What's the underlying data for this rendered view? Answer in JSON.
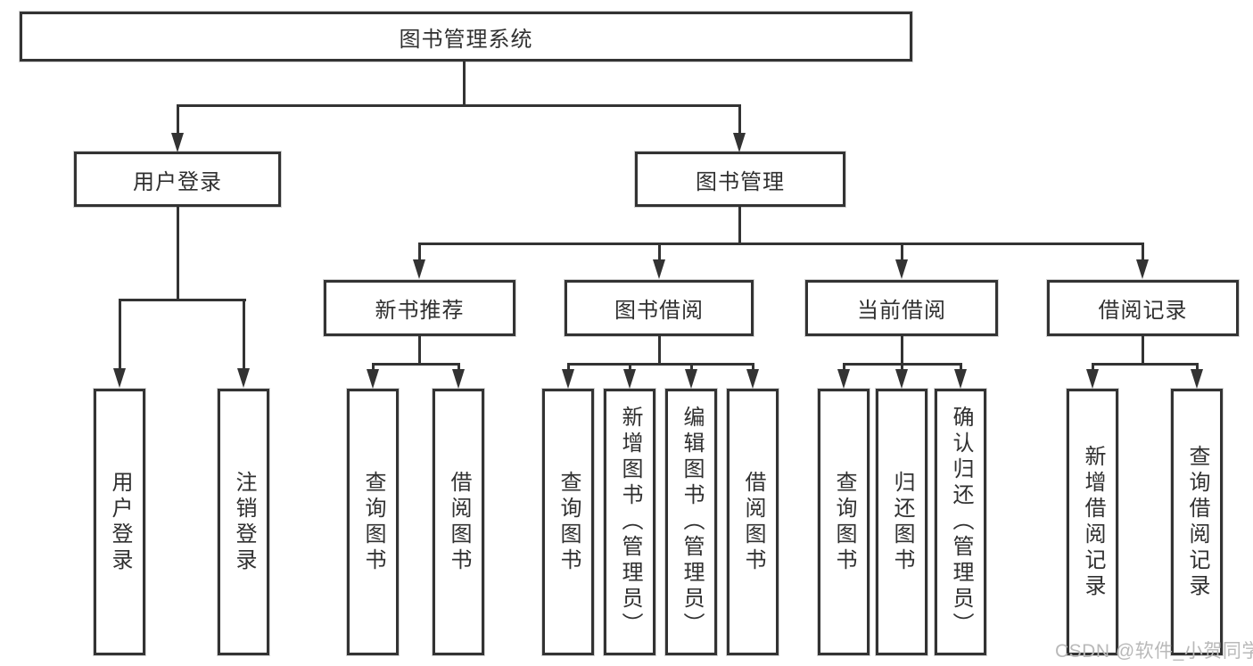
{
  "diagram": {
    "root": {
      "label": "图书管理系统"
    },
    "user_branch": {
      "label": "用户登录",
      "children": [
        {
          "label": "用户登录"
        },
        {
          "label": "注销登录"
        }
      ]
    },
    "book_branch": {
      "label": "图书管理",
      "groups": [
        {
          "label": "新书推荐",
          "children": [
            {
              "label": "查询图书"
            },
            {
              "label": "借阅图书"
            }
          ]
        },
        {
          "label": "图书借阅",
          "children": [
            {
              "label": "查询图书"
            },
            {
              "label": "新增图书（管理员）"
            },
            {
              "label": "编辑图书（管理员）"
            },
            {
              "label": "借阅图书"
            }
          ]
        },
        {
          "label": "当前借阅",
          "children": [
            {
              "label": "查询图书"
            },
            {
              "label": "归还图书"
            },
            {
              "label": "确认归还（管理员）"
            }
          ]
        },
        {
          "label": "借阅记录",
          "children": [
            {
              "label": "新增借阅记录"
            },
            {
              "label": "查询借阅记录"
            }
          ]
        }
      ]
    }
  },
  "watermark": {
    "text": "CSDN @软件_小贺同学"
  },
  "colors": {
    "line": "#333333",
    "text": "#303030",
    "watermark": "#b9b9b9",
    "background": "#ffffff"
  }
}
